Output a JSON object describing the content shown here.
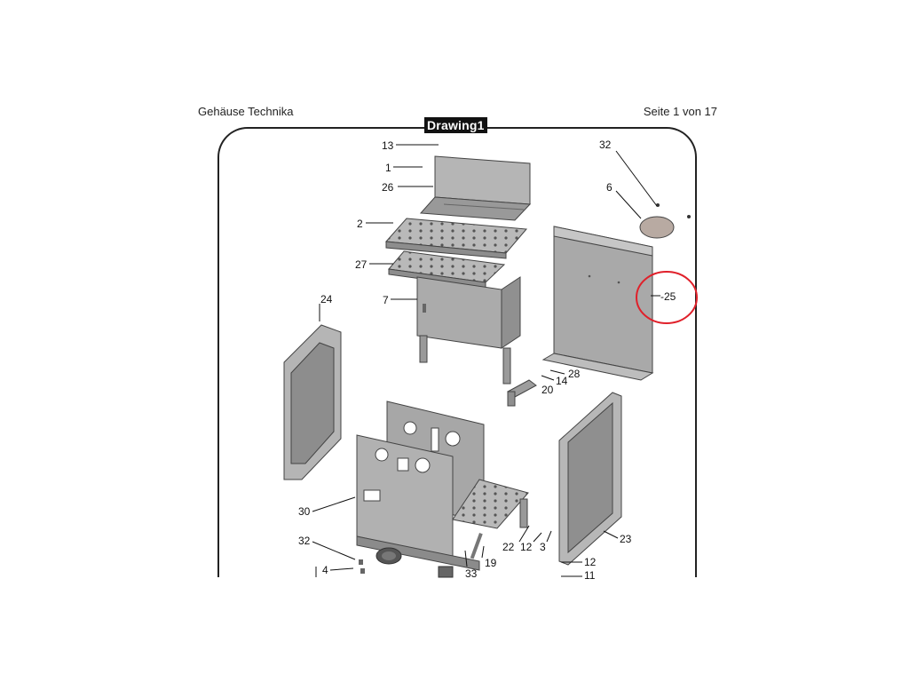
{
  "document": {
    "header_left": "Gehäuse Technika",
    "header_right": "Seite 1 von 17",
    "drawing_title": "Drawing1"
  },
  "callouts": {
    "c13": "13",
    "c1": "1",
    "c26": "26",
    "c2": "2",
    "c27": "27",
    "c7": "7",
    "c24": "24",
    "c32a": "32",
    "c6": "6",
    "c25": "-25",
    "c28": "28",
    "c14": "14",
    "c20": "20",
    "c30": "30",
    "c32b": "32",
    "c4": "4",
    "c33": "33",
    "c19": "19",
    "c22": "22",
    "c12a": "12",
    "c3": "3",
    "c23": "23",
    "c12b": "12",
    "c11": "11"
  },
  "colors": {
    "part_fill": "#a9a9a9",
    "part_dark": "#8a8a8a",
    "part_light": "#c8c8c8",
    "annotation_circle": "#e0202a"
  }
}
